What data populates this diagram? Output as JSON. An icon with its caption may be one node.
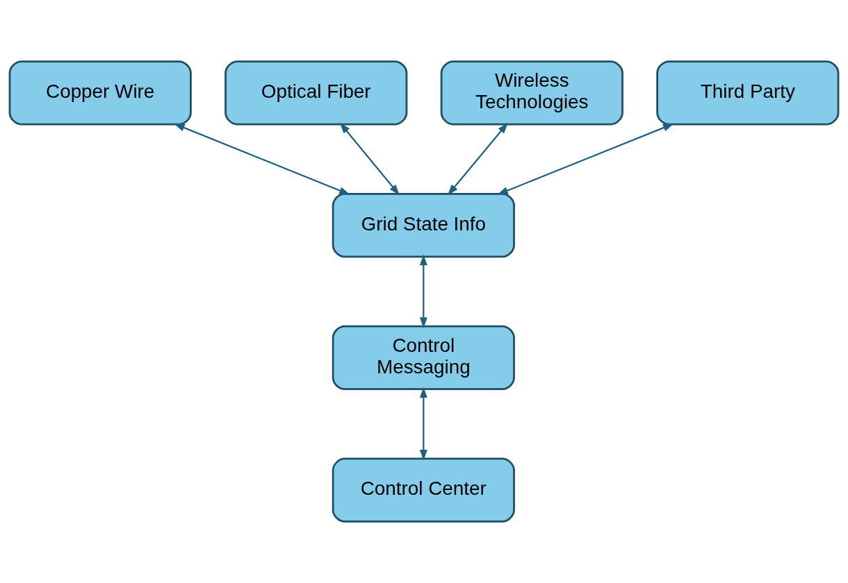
{
  "diagram": {
    "nodes": [
      {
        "text": [
          "Copper Wire"
        ]
      },
      {
        "text": [
          "Optical Fiber"
        ]
      },
      {
        "text": [
          "Wireless Technologies"
        ]
      },
      {
        "text": [
          "Third Party"
        ]
      },
      {
        "text": [
          "Grid State Info"
        ]
      },
      {
        "text": [
          "Control Messaging"
        ]
      },
      {
        "text": [
          "Control Center"
        ]
      }
    ],
    "edges": [
      {
        "from": 0,
        "to": 4,
        "arrow": "both"
      },
      {
        "from": 1,
        "to": 4,
        "arrow": "both"
      },
      {
        "from": 2,
        "to": 4,
        "arrow": "both"
      },
      {
        "from": 3,
        "to": 4,
        "arrow": "both"
      },
      {
        "from": 4,
        "to": 5,
        "arrow": "both"
      },
      {
        "from": 5,
        "to": 6,
        "arrow": "both"
      }
    ]
  }
}
